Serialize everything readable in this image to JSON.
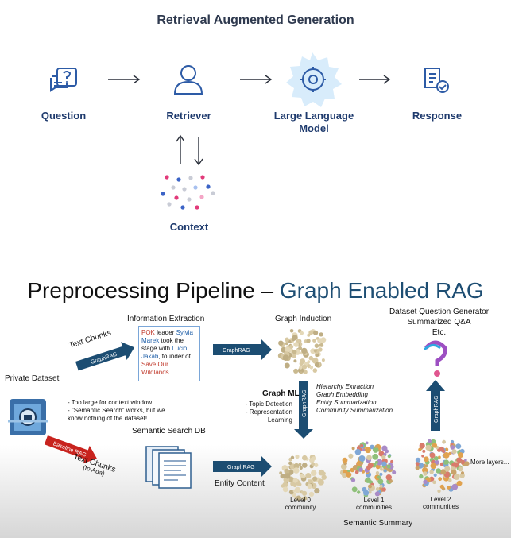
{
  "top": {
    "title": "Retrieval Augmented Generation",
    "nodes": {
      "question": "Question",
      "retriever": "Retriever",
      "llm_line1": "Large Language",
      "llm_line2": "Model",
      "response": "Response",
      "context": "Context"
    }
  },
  "pipeline": {
    "title_main": "Preprocessing Pipeline – ",
    "title_accent": "Graph Enabled RAG",
    "info_extraction": "Information Extraction",
    "info_box": {
      "poi": "POK",
      "t1": " leader ",
      "name1": "Sylvia Marek",
      "t2": " took the stage with ",
      "name2": "Lucio Jakab",
      "t3": ", founder of ",
      "org": "Save Our Wildlands"
    },
    "graph_induction": "Graph Induction",
    "dqg_line1": "Dataset Question Generator",
    "dqg_line2": "Summarized Q&A",
    "dqg_line3": "Etc.",
    "private_dataset": "Private Dataset",
    "text_chunks": "Text Chunks",
    "graphrag": "GraphRAG",
    "baseline_rag": "Baseline RAG",
    "text_chunks_2": "Text Chunks",
    "to_ada": "(to Ada)",
    "notes": [
      "- Too large for context window",
      "- \"Semantic Search\" works, but we",
      "know nothing of the dataset!"
    ],
    "graph_ml": "Graph ML",
    "graph_ml_items": [
      "- Topic Detection",
      "- Representation Learning"
    ],
    "hierarchy_items": [
      "Hierarchy Extraction",
      "Graph Embedding",
      "Entity Summarization",
      "Community Summarization"
    ],
    "semantic_search_db": "Semantic Search DB",
    "entity_content": "Entity Content",
    "level0": "Level 0",
    "level0b": "community",
    "level1": "Level 1",
    "level1b": "communities",
    "level2": "Level 2",
    "level2b": "communities",
    "more_layers": "More layers...",
    "semantic_summary": "Semantic Summary"
  },
  "colors": {
    "accent_blue": "#2d5ba6",
    "band_blue": "#1c4d72",
    "baseline_red": "#c8231e",
    "gear_burst": "#d8ecfb"
  },
  "icons": [
    "chat-question-icon",
    "person-icon",
    "gear-icon",
    "document-check-icon",
    "database-lock-icon",
    "documents-icon",
    "question-mark-art-icon"
  ]
}
